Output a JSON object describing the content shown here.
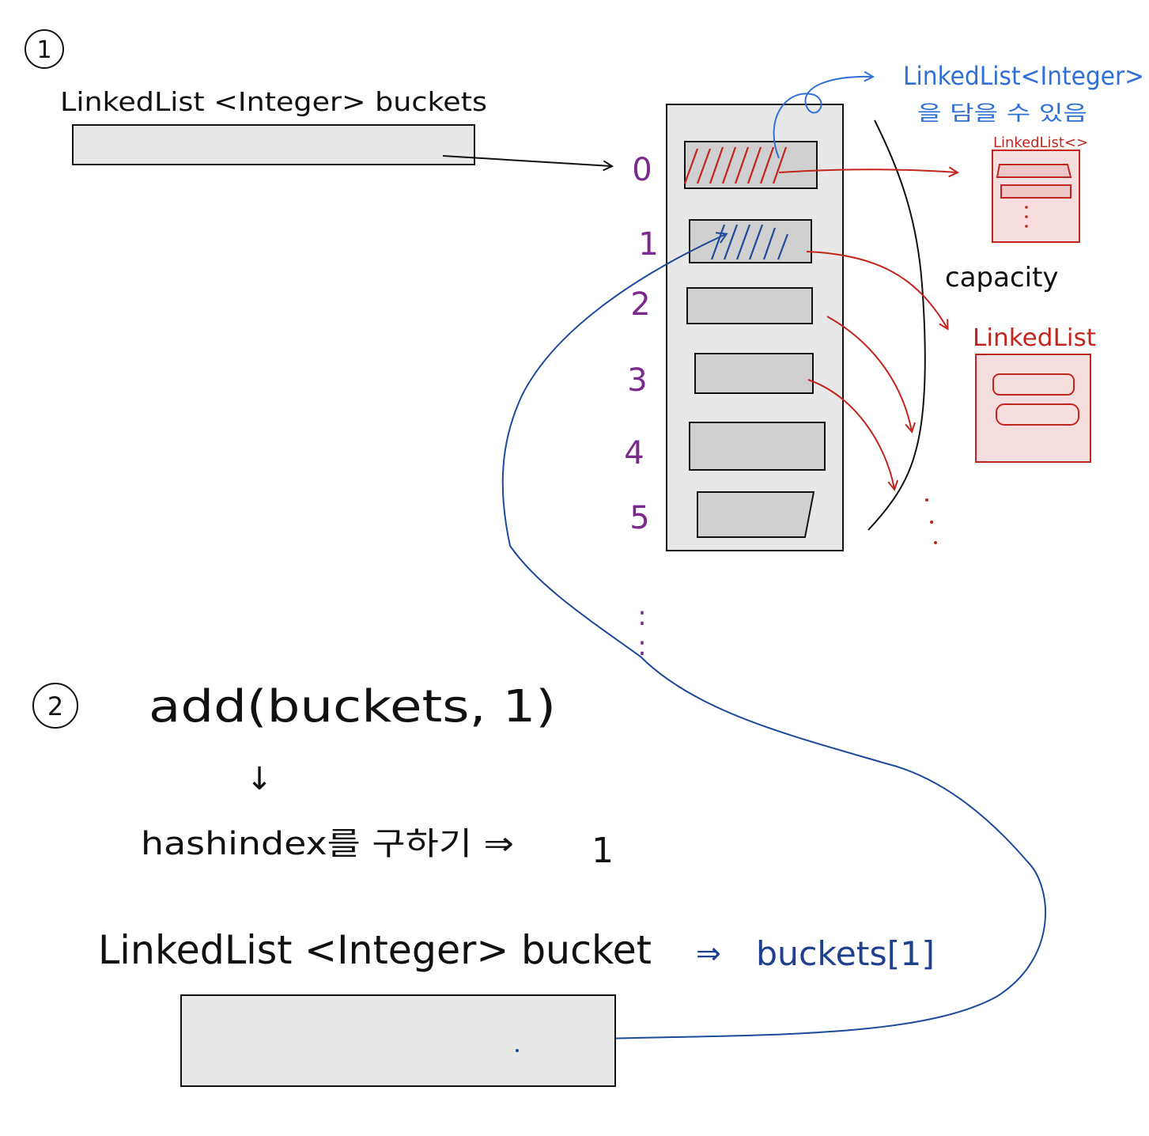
{
  "colors": {
    "ink": "#111111",
    "index": "#7a2a8c",
    "note": "#2f6fd6",
    "reference": "#1f4a9a",
    "red": "#c0261f",
    "box_fill": "#e8e8e8",
    "slot_fill": "#d0d0d0",
    "red_fill": "#f6dede"
  },
  "step1": {
    "marker": "1",
    "declaration": "LinkedList <Integer> buckets"
  },
  "array": {
    "indices": [
      "0",
      "1",
      "2",
      "3",
      "4",
      "5"
    ],
    "continuation": ":",
    "capacity_label": "capacity"
  },
  "note": {
    "line1": "LinkedList<Integer>",
    "line2": "을 담을 수 있음",
    "mini_label": "LinkedList<>"
  },
  "linkedlist_box": {
    "label": "LinkedList"
  },
  "step2": {
    "marker": "2",
    "call": "add(buckets, 1)",
    "down_arrow": "↓",
    "hash_line": "hashindex를 구하기 ⇒",
    "hash_value": "1",
    "declaration": "LinkedList <Integer> bucket",
    "assign_arrow": "⇒",
    "assign_target": "buckets[1]"
  }
}
